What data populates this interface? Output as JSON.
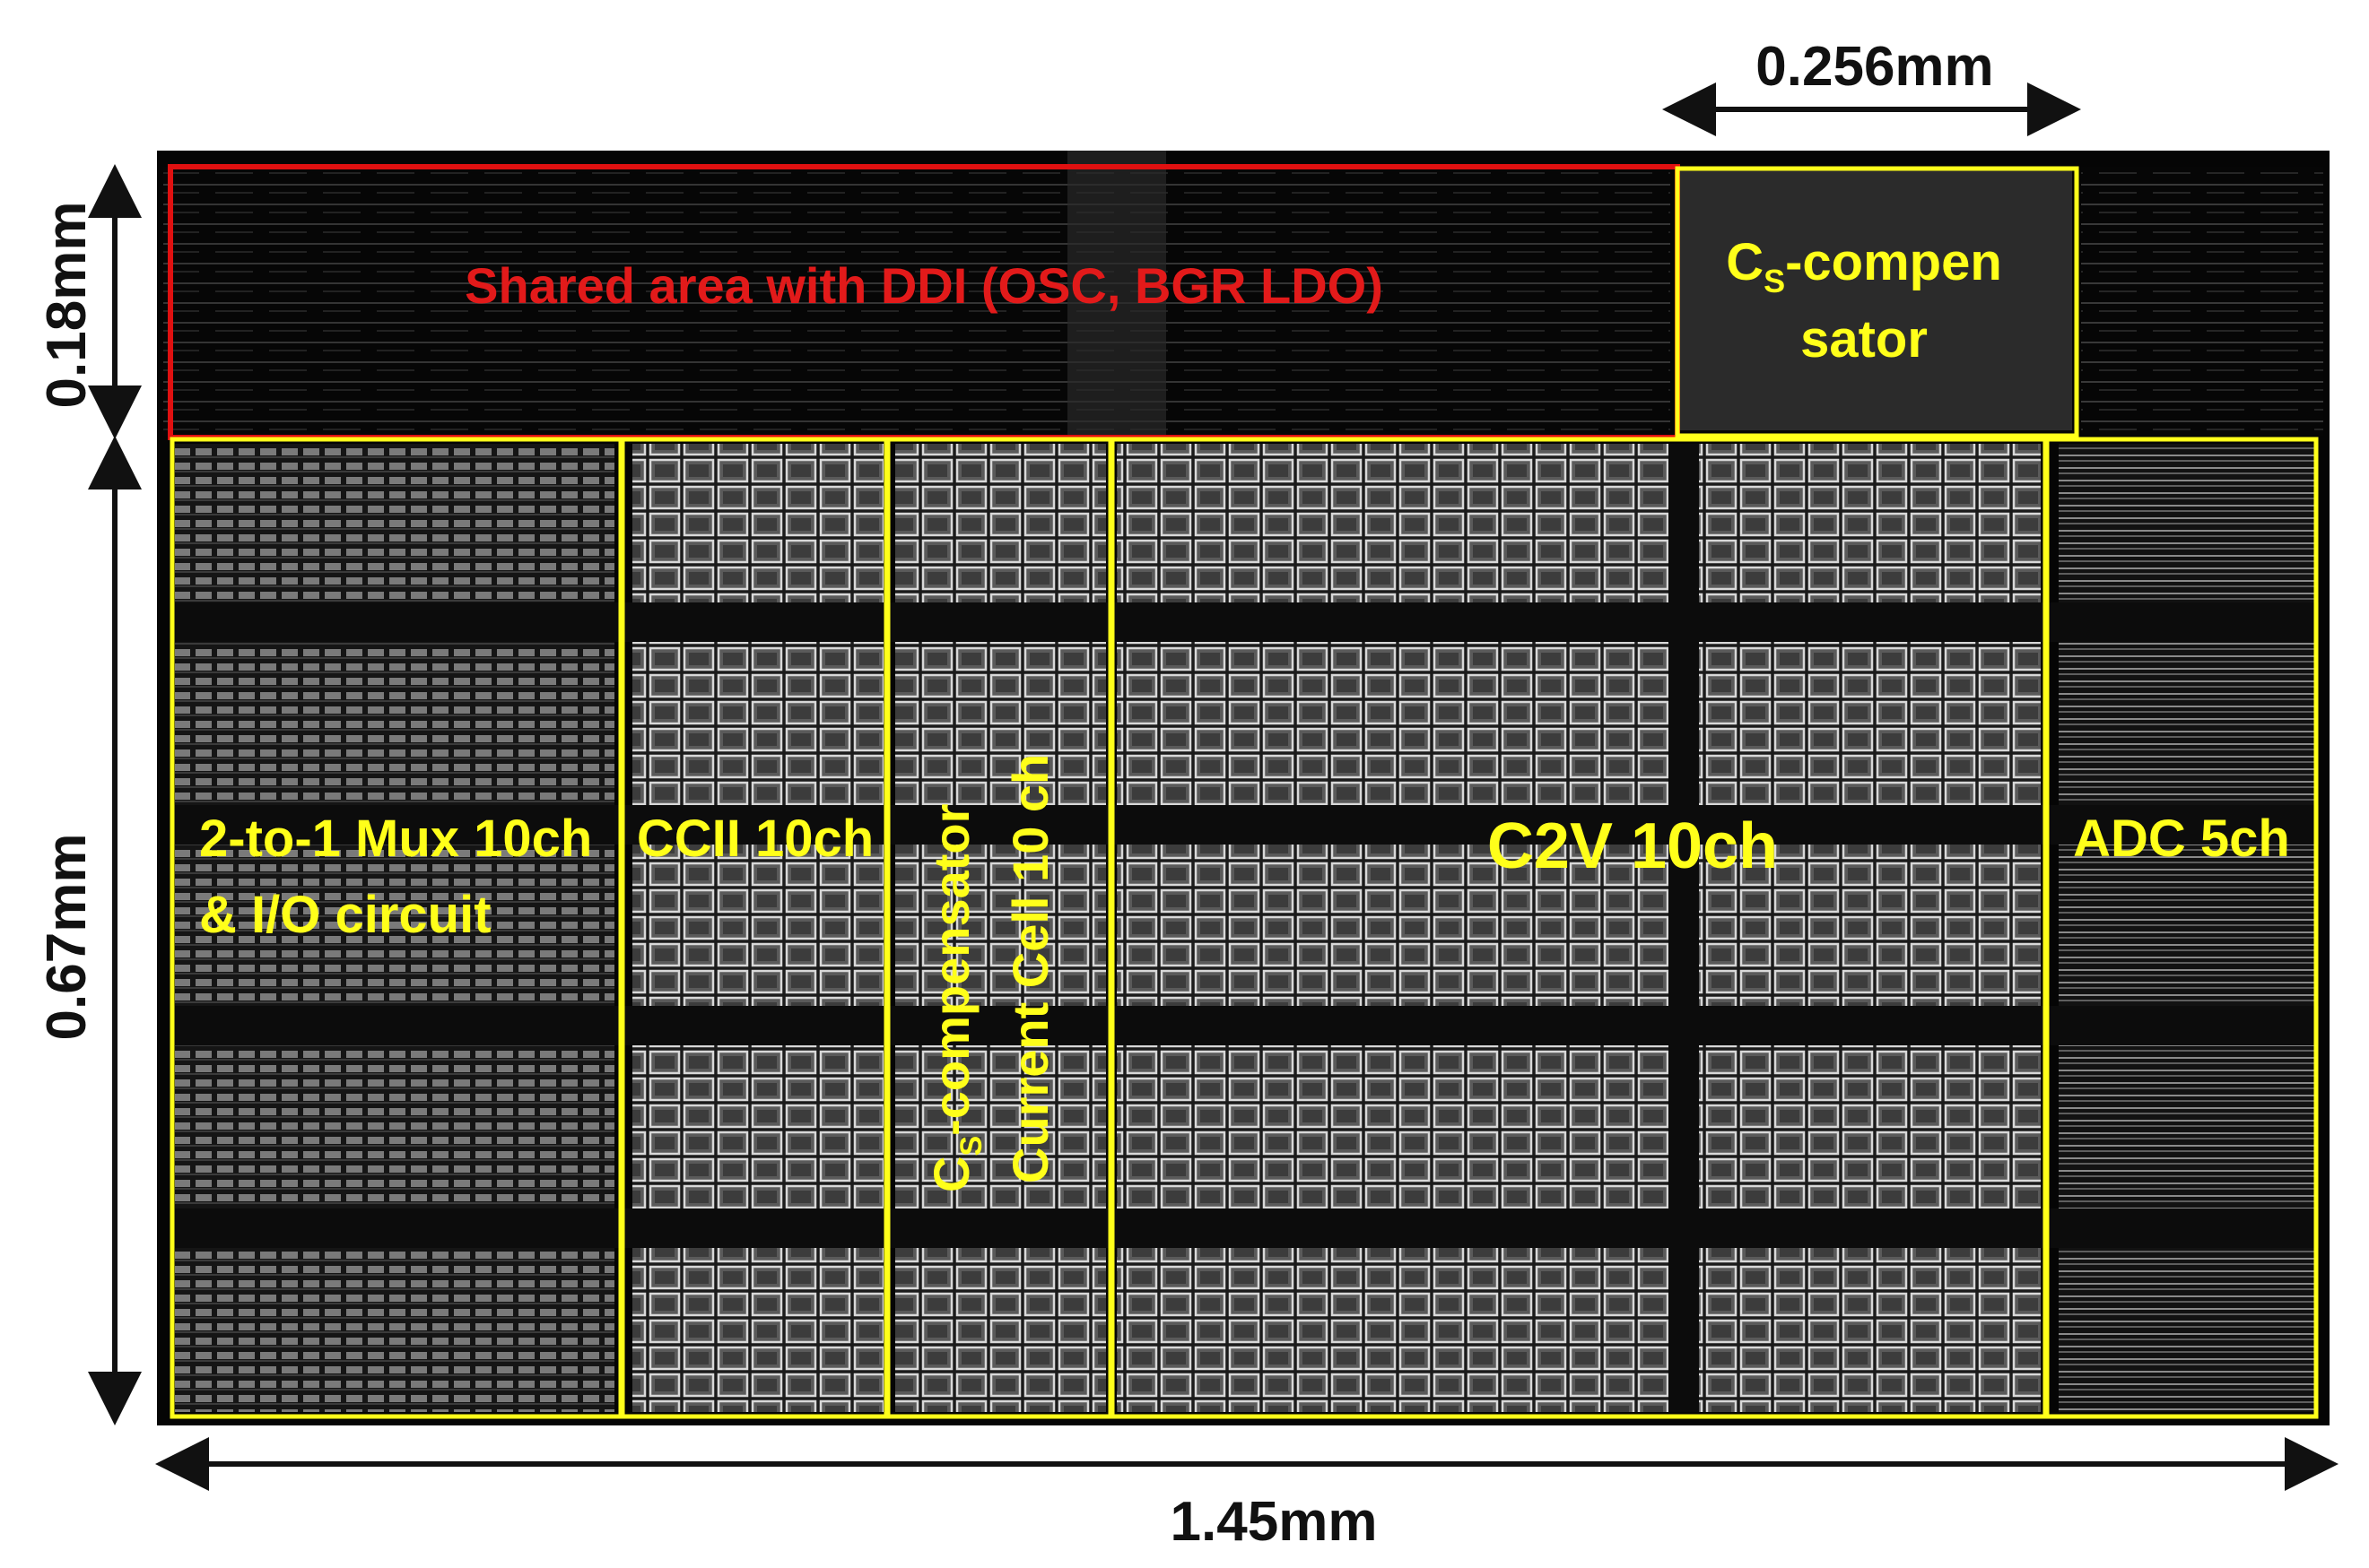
{
  "dimensions": {
    "top_width": "0.256mm",
    "left_top_height": "0.18mm",
    "left_main_height": "0.67mm",
    "bottom_width": "1.45mm"
  },
  "colors": {
    "die_background": "#050505",
    "shared_border": "#e01010",
    "shared_label": "#e21a1a",
    "block_border": "#ffff1a",
    "block_label": "#ffff1a",
    "dimension": "#111111",
    "cell_line": "#cfcfcf"
  },
  "shared_area": {
    "label": "Shared area with DDI (OSC, BGR LDO)"
  },
  "blocks": {
    "cs_compensator_top": {
      "label_c": "C",
      "label_sub": "S",
      "label_rest": "-compen",
      "label_line2": "sator"
    },
    "mux": {
      "line1": "2-to-1 Mux 10ch",
      "line2": "& I/O circuit"
    },
    "ccii": {
      "label": "CCII 10ch"
    },
    "cs_current_cell": {
      "line1_c": "C",
      "line1_sub": "S",
      "line1_rest": "-compensator",
      "line2": "Current Cell 10 ch"
    },
    "c2v": {
      "label": "C2V 10ch"
    },
    "adc": {
      "label": "ADC 5ch"
    }
  }
}
